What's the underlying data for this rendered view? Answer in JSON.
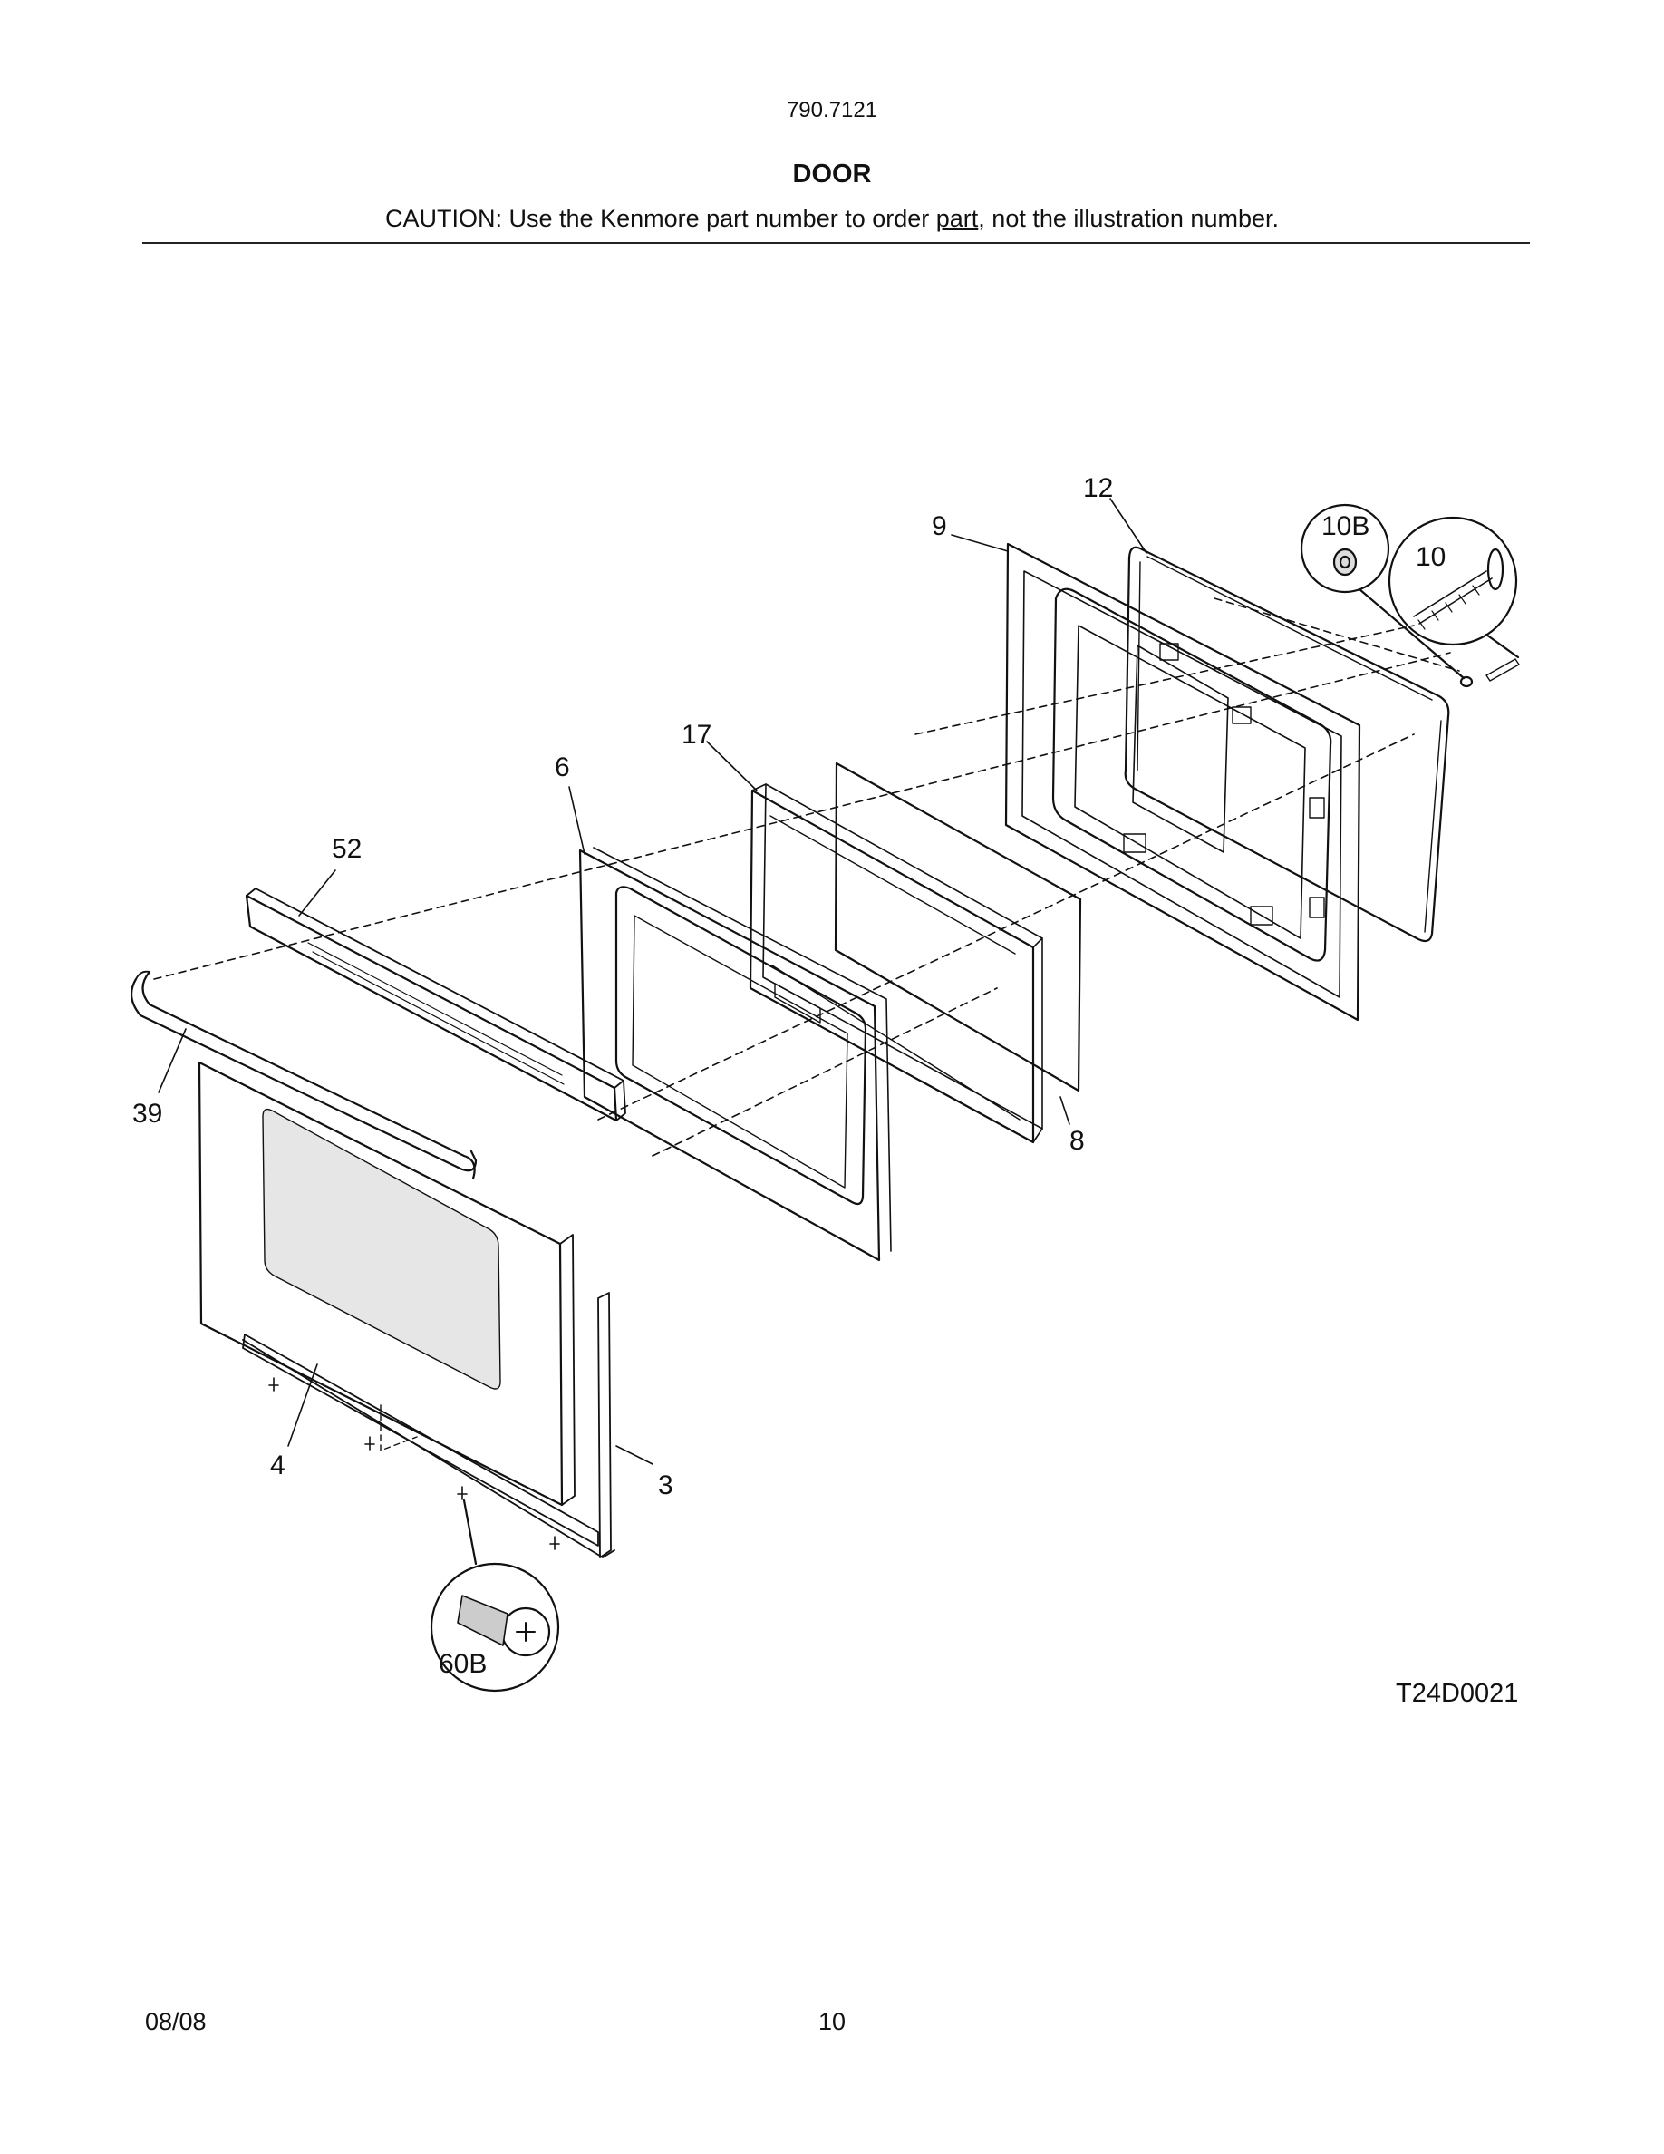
{
  "header": {
    "model": "790.7121",
    "title": "DOOR",
    "caution_prefix": "CAUTION: Use the Kenmore part number to order ",
    "caution_underlined": "part",
    "caution_suffix": ", not the illustration number."
  },
  "diagram": {
    "code": "T24D0021",
    "callouts": {
      "c12": "12",
      "c9": "9",
      "c10b": "10B",
      "c10": "10",
      "c17": "17",
      "c6": "6",
      "c52": "52",
      "c39": "39",
      "c8": "8",
      "c4": "4",
      "c3": "3",
      "c60b": "60B"
    }
  },
  "footer": {
    "date": "08/08",
    "page": "10"
  }
}
